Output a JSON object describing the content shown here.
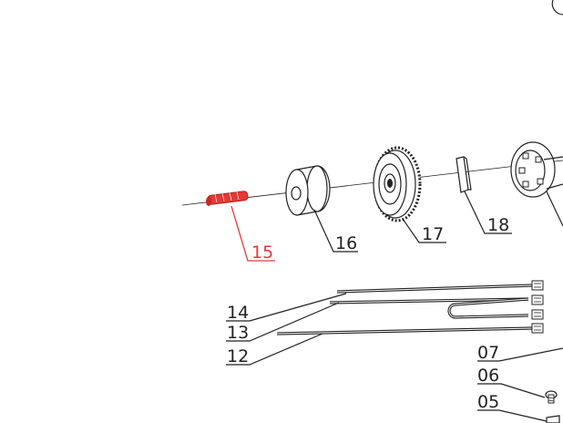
{
  "diagram": {
    "highlight_color": "#e53935",
    "line_color": "#222222",
    "callouts": [
      {
        "id": "15",
        "label": "15",
        "highlighted": true
      },
      {
        "id": "16",
        "label": "16",
        "highlighted": false
      },
      {
        "id": "17",
        "label": "17",
        "highlighted": false
      },
      {
        "id": "18",
        "label": "18",
        "highlighted": false
      },
      {
        "id": "14",
        "label": "14",
        "highlighted": false
      },
      {
        "id": "13",
        "label": "13",
        "highlighted": false
      },
      {
        "id": "12",
        "label": "12",
        "highlighted": false
      },
      {
        "id": "07",
        "label": "07",
        "highlighted": false
      },
      {
        "id": "06",
        "label": "06",
        "highlighted": false
      },
      {
        "id": "05",
        "label": "05",
        "highlighted": false
      }
    ]
  }
}
